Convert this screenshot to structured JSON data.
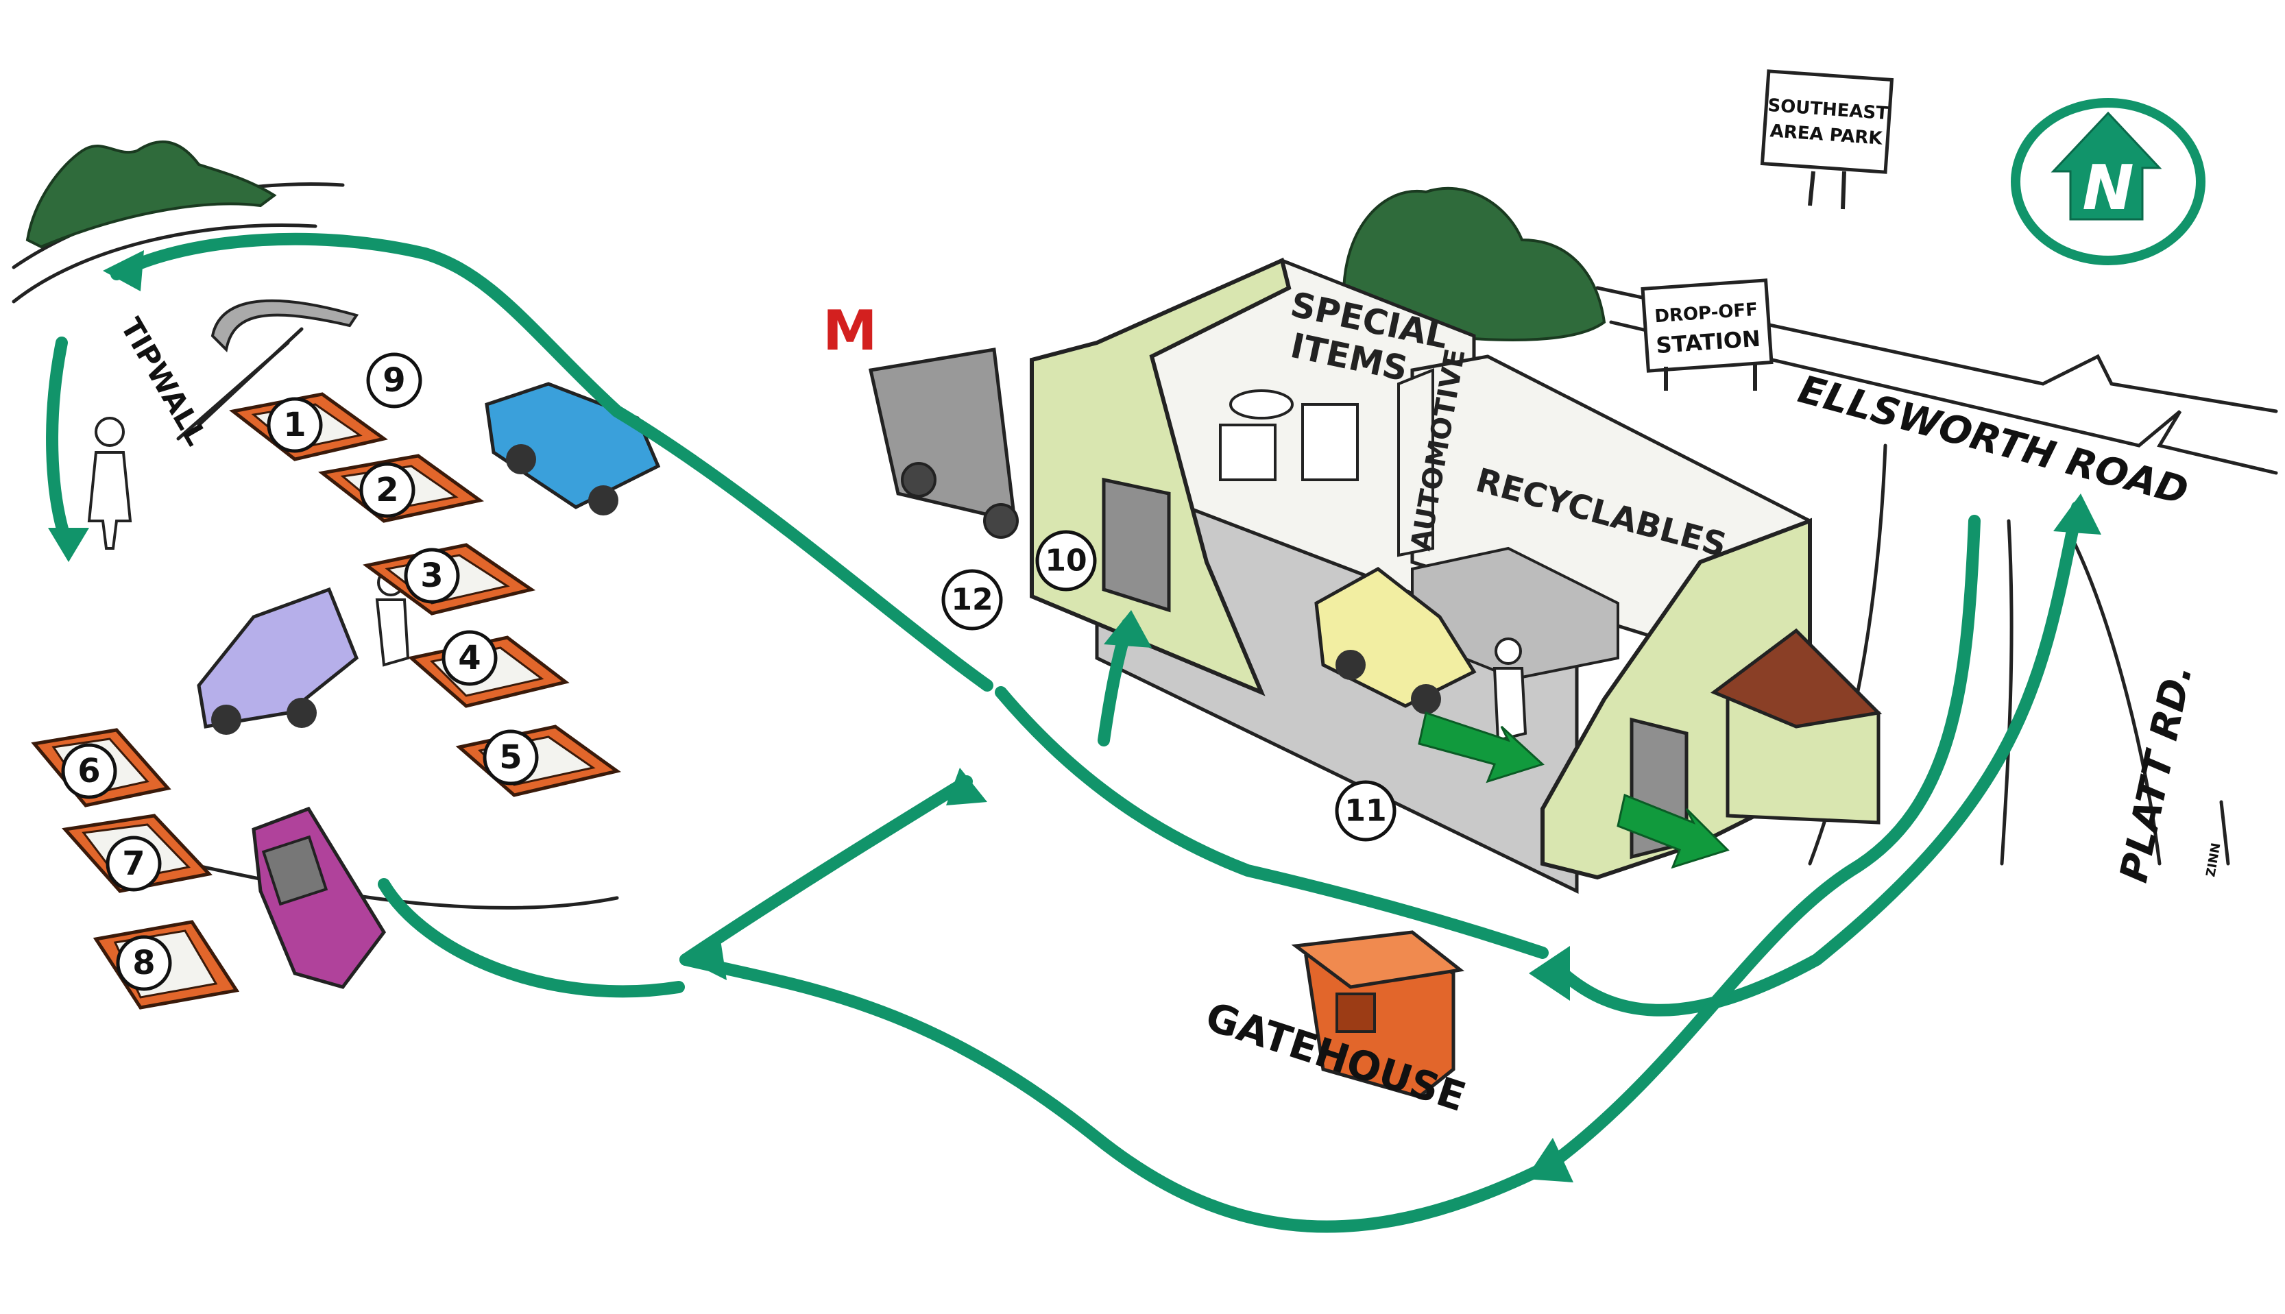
{
  "labels": {
    "tipwall": "TIPWALL",
    "special_items_line1": "SPECIAL",
    "special_items_line2": "ITEMS",
    "automotive": "AUTOMOTIVE",
    "recyclables": "RECYCLABLES",
    "gatehouse": "GATEHOUSE",
    "ellsworth_road": "ELLSWORTH ROAD",
    "platt_rd": "PLATT RD.",
    "dropoff_line1": "DROP-OFF",
    "dropoff_line2": "STATION",
    "park_line1": "SOUTHEAST",
    "park_line2": "AREA PARK",
    "north": "N",
    "m_marker": "M",
    "artist": "ZINN"
  },
  "numbers": [
    "1",
    "2",
    "3",
    "4",
    "5",
    "6",
    "7",
    "8",
    "9",
    "10",
    "11",
    "12"
  ],
  "colors": {
    "route": "#11946a",
    "bin": "#e2662b",
    "building_wall": "#d9e6b0",
    "building_floor": "#c9c9c9",
    "shed_roof": "#8a3f26",
    "gatehouse": "#e2662b",
    "north_badge": "#11946a",
    "m_marker": "#d3201f",
    "tree": "#2f6b3b"
  },
  "icons": [
    "north-arrow-icon",
    "tree-icon",
    "truck-icon",
    "car-icon",
    "person-icon"
  ]
}
